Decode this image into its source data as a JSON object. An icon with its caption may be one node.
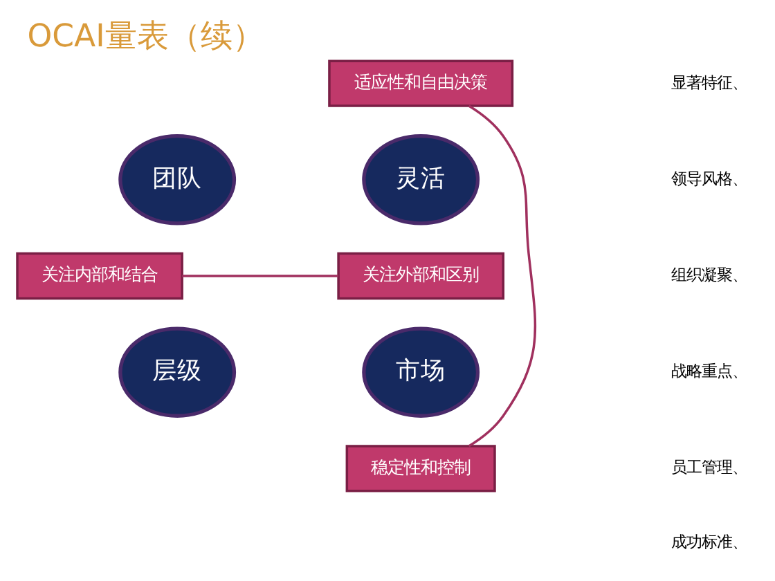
{
  "diagram": {
    "title": "OCAI量表（续）",
    "nodes": [
      {
        "text": [
          "适应性和自由决策"
        ]
      },
      {
        "text": [
          "团队"
        ]
      },
      {
        "text": [
          "灵活"
        ]
      },
      {
        "text": [
          "关注内部和结合"
        ]
      },
      {
        "text": [
          "关注外部和区别"
        ]
      },
      {
        "text": [
          "层级"
        ]
      },
      {
        "text": [
          "市场"
        ]
      },
      {
        "text": [
          "稳定性和控制"
        ]
      }
    ],
    "edges": [
      {
        "from": 0,
        "to": 7,
        "arrow": "none"
      },
      {
        "from": 3,
        "to": 4,
        "arrow": "none"
      }
    ],
    "labels": [
      "显著特征、",
      "领导风格、",
      "组织凝聚、",
      "战略重点、",
      "员工管理、",
      "成功标准、"
    ]
  }
}
